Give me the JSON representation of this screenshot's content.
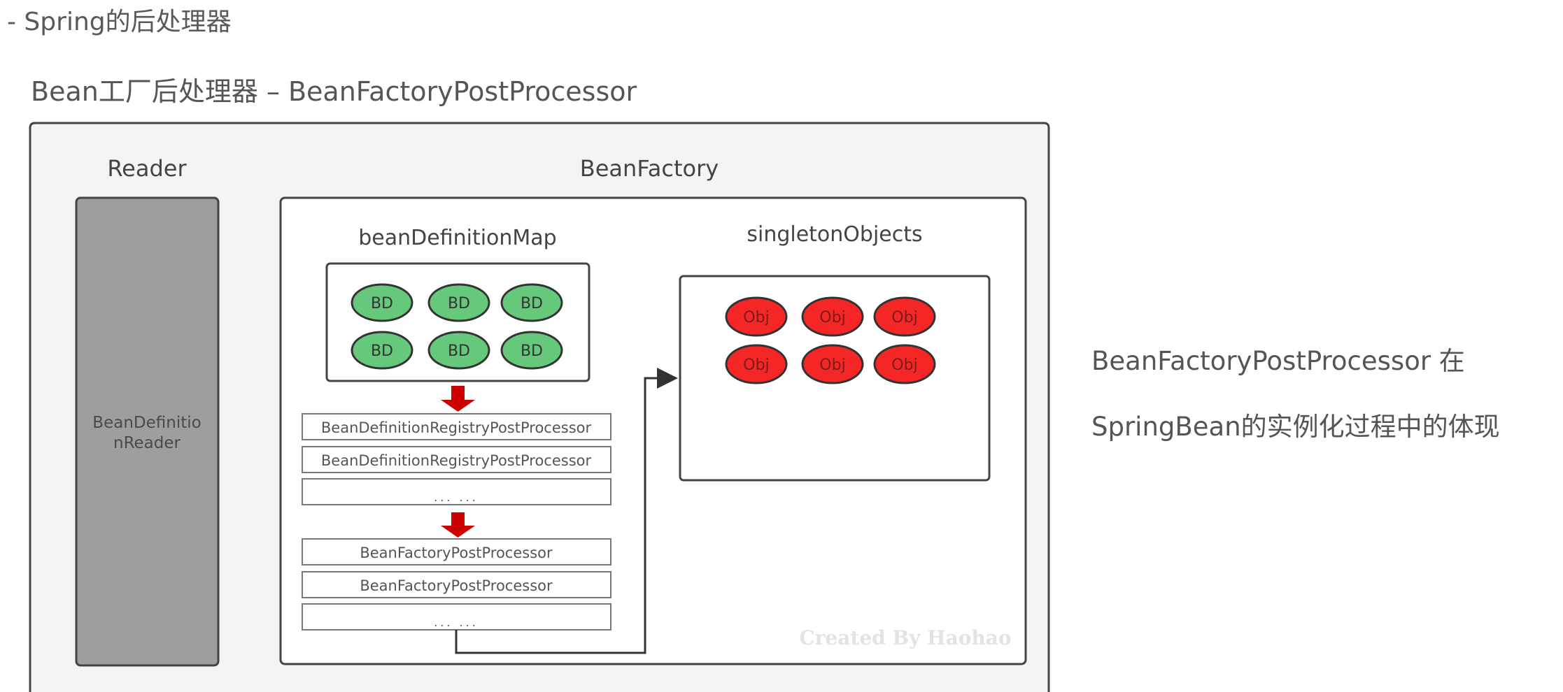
{
  "page": {
    "heading": "- Spring的后处理器",
    "subheading": "Bean工厂后处理器 – BeanFactoryPostProcessor",
    "side_note": {
      "line1": "BeanFactoryPostProcessor 在",
      "line2": "SpringBean的实例化过程中的体现"
    }
  },
  "diagram": {
    "reader_section": {
      "title": "Reader",
      "box_label_line1": "BeanDefinitio",
      "box_label_line2": "nReader"
    },
    "factory_section": {
      "title": "BeanFactory",
      "bean_definition_map": {
        "title": "beanDefinitionMap",
        "items": [
          "BD",
          "BD",
          "BD",
          "BD",
          "BD",
          "BD"
        ]
      },
      "processors_group1": [
        "BeanDefinitionRegistryPostProcessor",
        "BeanDefinitionRegistryPostProcessor",
        "... ..."
      ],
      "processors_group2": [
        "BeanFactoryPostProcessor",
        "BeanFactoryPostProcessor",
        "... ..."
      ],
      "singleton_objects": {
        "title": "singletonObjects",
        "items": [
          "Obj",
          "Obj",
          "Obj",
          "Obj",
          "Obj",
          "Obj"
        ]
      },
      "watermark": "Created By Haohao"
    },
    "colors": {
      "bd_fill": "#66c87a",
      "obj_fill": "#f52626",
      "obj_text": "#7a1c1c",
      "arrow_red": "#cc0000",
      "reader_fill": "#9e9e9e",
      "outer_fill": "#f4f4f4"
    }
  }
}
